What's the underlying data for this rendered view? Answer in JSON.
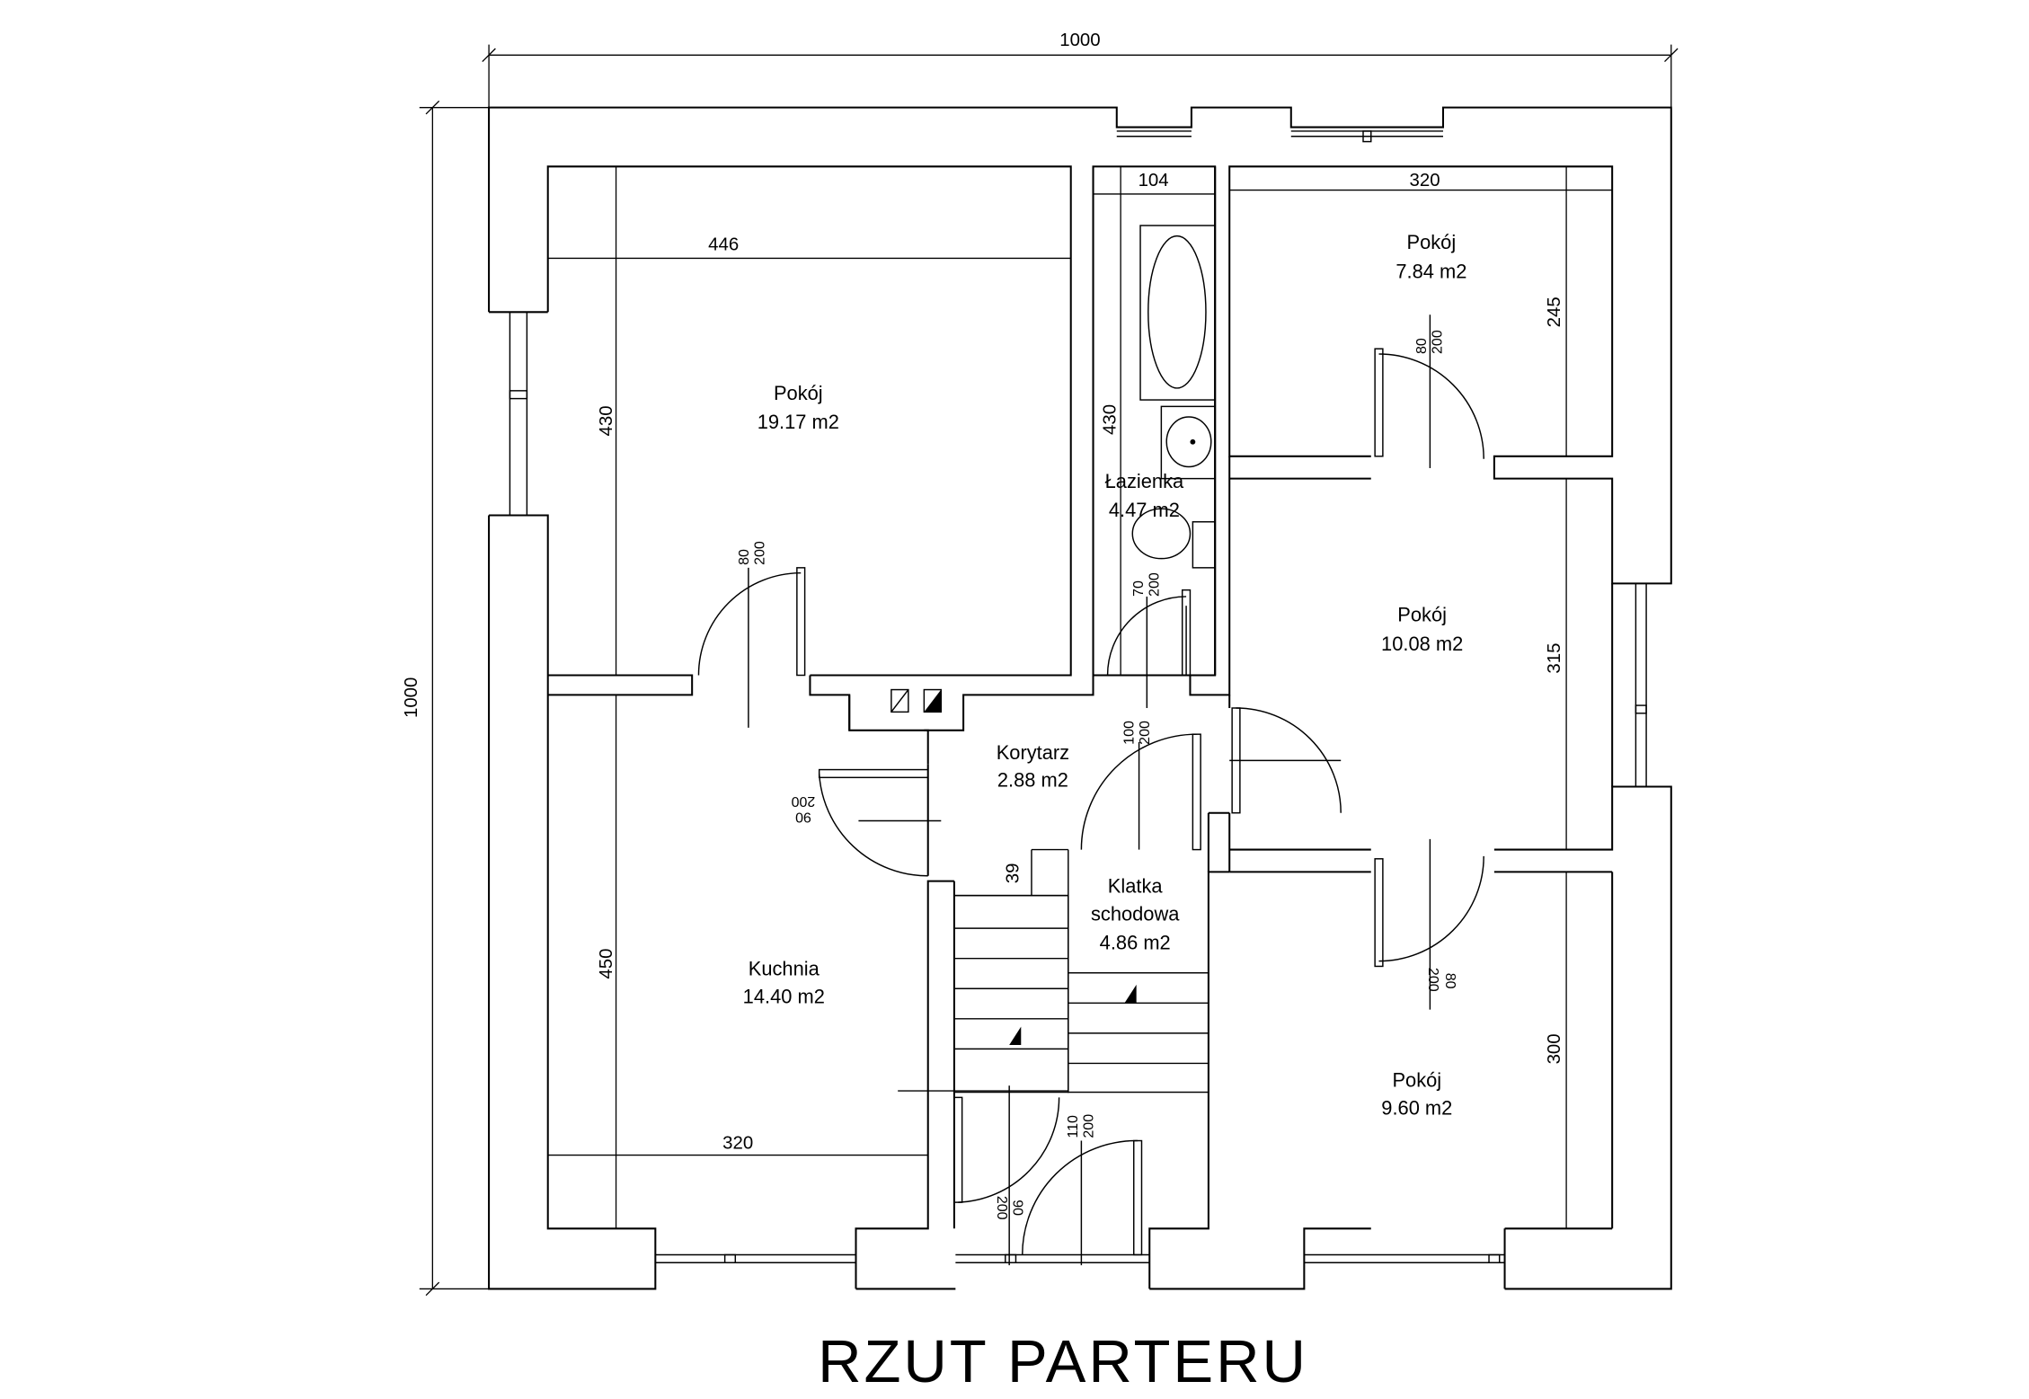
{
  "title": "RZUT  PARTERU",
  "rooms": {
    "pokoj_big": {
      "name": "Pokój",
      "area": "19.17 m2"
    },
    "pokoj_tr": {
      "name": "Pokój",
      "area": "7.84 m2"
    },
    "lazienka": {
      "name": "Łazienka",
      "area": "4.47 m2"
    },
    "pokoj_mr": {
      "name": "Pokój",
      "area": "10.08 m2"
    },
    "korytarz": {
      "name": "Korytarz",
      "area": "2.88 m2"
    },
    "klatka": {
      "line1": "Klatka",
      "line2": "schodowa",
      "area": "4.86 m2"
    },
    "kuchnia": {
      "name": "Kuchnia",
      "area": "14.40 m2"
    },
    "pokoj_br": {
      "name": "Pokój",
      "area": "9.60 m2"
    }
  },
  "dimensions": {
    "overall_top": "1000",
    "overall_left": "1000",
    "big_room_width": "446",
    "big_room_height": "430",
    "bath_width": "104",
    "bath_height": "430",
    "tr_room_width": "320",
    "tr_room_height": "245",
    "mr_room_height": "315",
    "kitchen_height": "450",
    "kitchen_width": "320",
    "br_room_height": "300",
    "stair_offset": "39"
  },
  "doors": {
    "d_big": {
      "w": "80",
      "h": "200"
    },
    "d_tr": {
      "w": "80",
      "h": "200"
    },
    "d_bath": {
      "w": "70",
      "h": "200"
    },
    "d_hall": {
      "w": "100",
      "h": "200"
    },
    "d_kitchen": {
      "w": "90",
      "h": "200"
    },
    "d_br": {
      "w": "80",
      "h": "200"
    },
    "d_entry_l": {
      "w": "90",
      "h": "200"
    },
    "d_entry_r": {
      "w": "110",
      "h": "200"
    }
  }
}
